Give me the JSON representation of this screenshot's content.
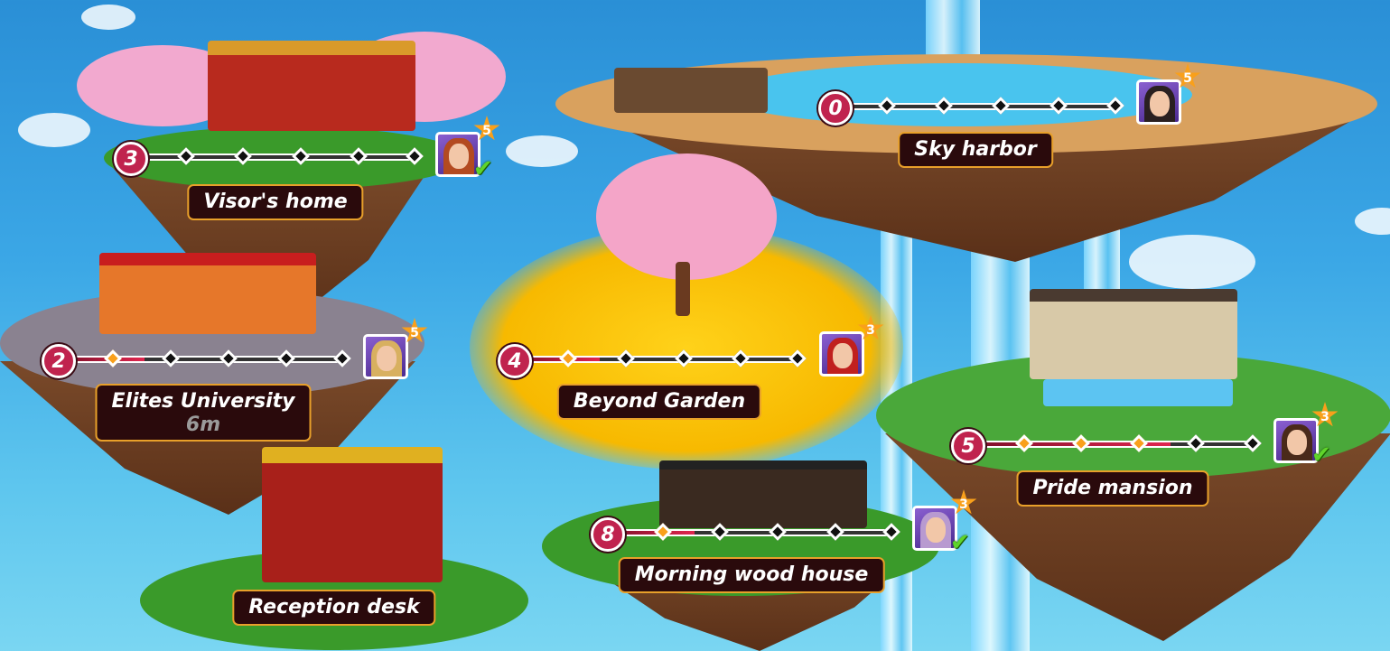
{
  "locations": [
    {
      "name": "Visor's home",
      "level": "3",
      "progress_steps": 0,
      "total_steps": 5,
      "star_count": "5",
      "completed": true,
      "timer": null
    },
    {
      "name": "Sky harbor",
      "level": "0",
      "progress_steps": 0,
      "total_steps": 5,
      "star_count": "5",
      "completed": false,
      "timer": null
    },
    {
      "name": "Elites University",
      "level": "2",
      "progress_steps": 1,
      "total_steps": 5,
      "star_count": "5",
      "completed": false,
      "timer": "6m"
    },
    {
      "name": "Beyond Garden",
      "level": "4",
      "progress_steps": 1,
      "total_steps": 5,
      "star_count": "3",
      "completed": false,
      "timer": null
    },
    {
      "name": "Pride mansion",
      "level": "5",
      "progress_steps": 3,
      "total_steps": 5,
      "star_count": "3",
      "completed": true,
      "timer": null
    },
    {
      "name": "Morning wood house",
      "level": "8",
      "progress_steps": 1,
      "total_steps": 5,
      "star_count": "3",
      "completed": true,
      "timer": null
    },
    {
      "name": "Reception desk",
      "level": null,
      "progress_steps": null,
      "total_steps": null,
      "star_count": null,
      "completed": false,
      "timer": null
    }
  ],
  "colors": {
    "label_bg": "#2a0a0c",
    "label_border": "#e8a02a",
    "level_badge": "#c0234e",
    "done_marker": "#f9a01b",
    "star": "#f9a01b",
    "check": "#5fd42a"
  }
}
